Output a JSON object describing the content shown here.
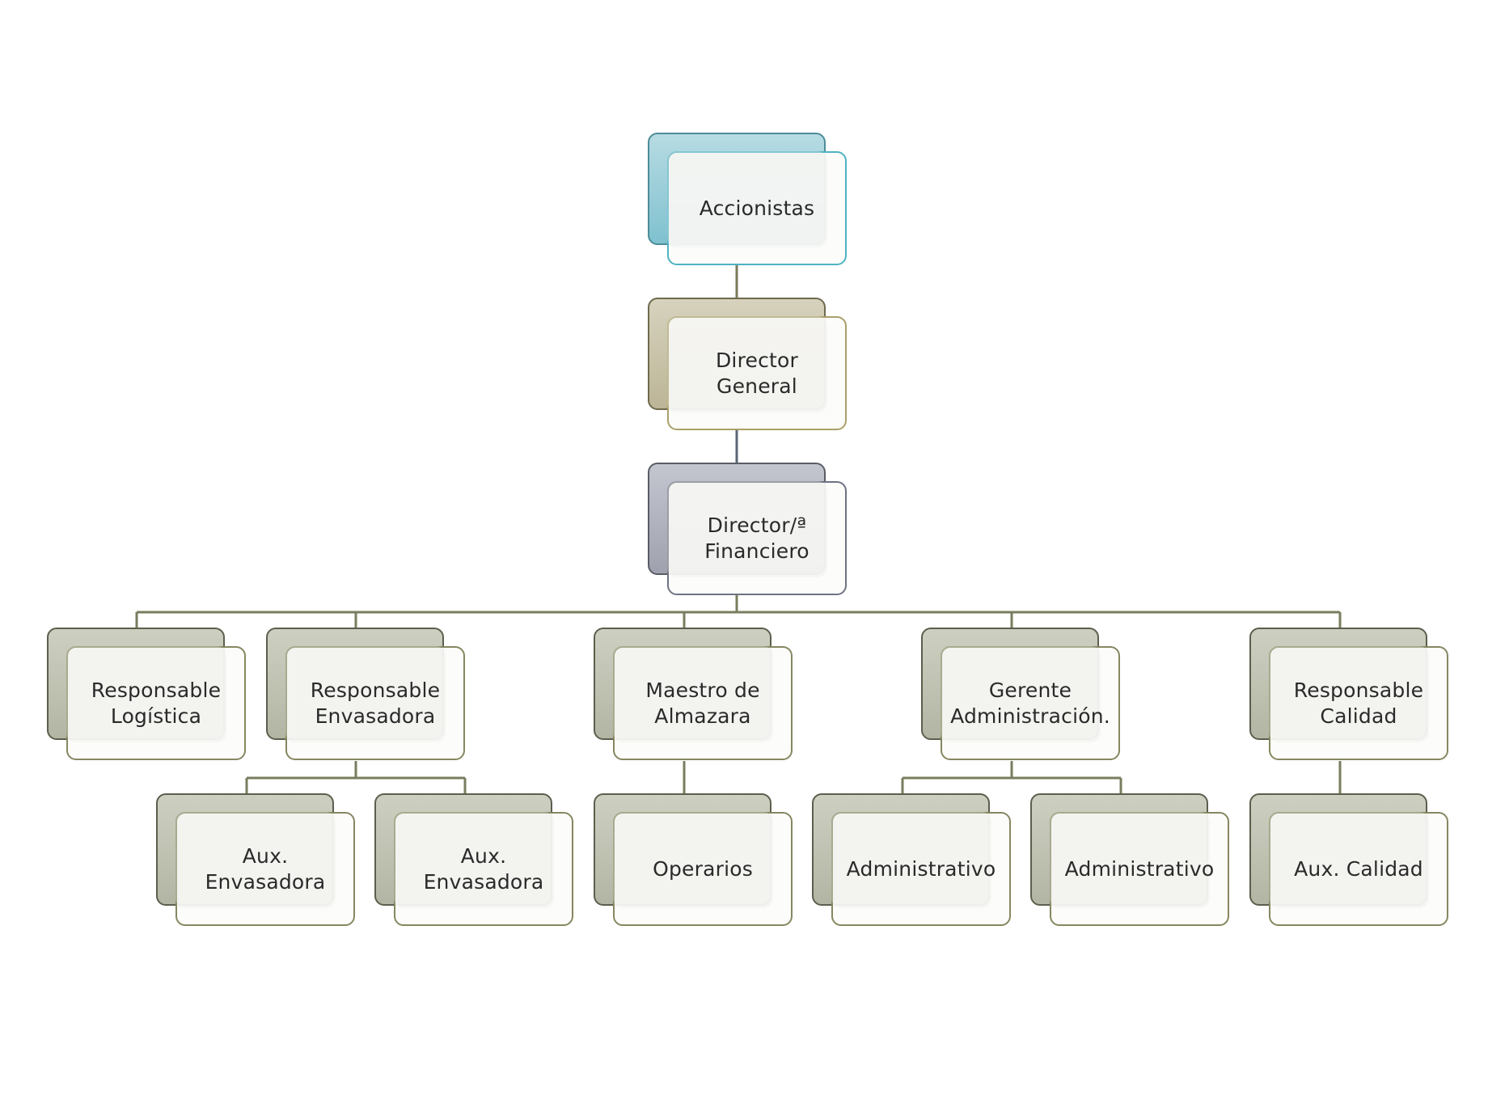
{
  "colors": {
    "connector_top": "#7b7a5a",
    "connector_mid": "#5a6675",
    "connector_main": "#7a7d5e"
  },
  "nodes": {
    "accionistas": "Accionistas",
    "director_general": "Director\nGeneral",
    "director_financiero": "Director/ª\nFinanciero",
    "responsable_logistica": "Responsable\nLogística",
    "responsable_envasadora": "Responsable\nEnvasadora",
    "maestro_almazara": "Maestro de\nAlmazara",
    "gerente_administracion": "Gerente\nAdministración.",
    "responsable_calidad": "Responsable\nCalidad",
    "aux_envasadora_1": "Aux.\nEnvasadora",
    "aux_envasadora_2": "Aux.\nEnvasadora",
    "operarios": "Operarios",
    "administrativo_1": "Administrativo",
    "administrativo_2": "Administrativo",
    "aux_calidad": "Aux. Calidad"
  }
}
